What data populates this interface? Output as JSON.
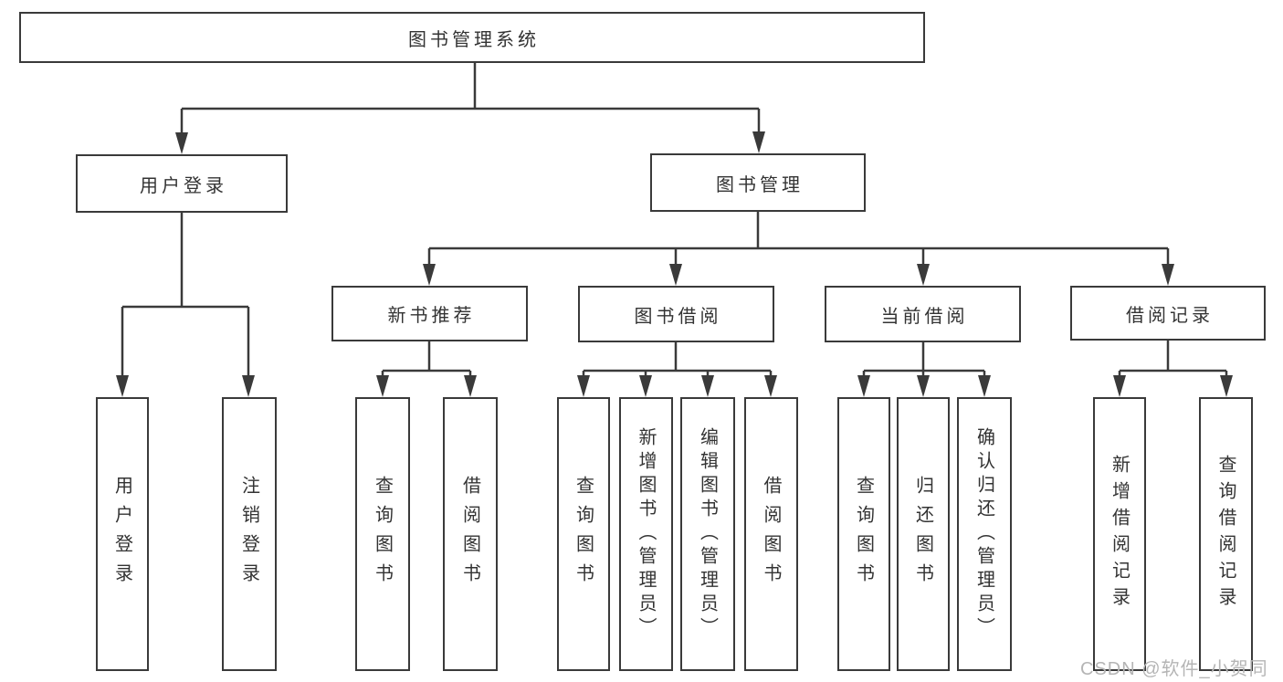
{
  "colors": {
    "line": "#3a3a3a",
    "box_bg": "#ffffff",
    "text": "#333333",
    "watermark": "#b5b5b5"
  },
  "diagram": {
    "root": {
      "label": "图书管理系统"
    },
    "groups": [
      {
        "label": "用户登录",
        "children": [
          {
            "label": "用户登录"
          },
          {
            "label": "注销登录"
          }
        ]
      },
      {
        "label": "图书管理",
        "sections": [
          {
            "label": "新书推荐",
            "children": [
              {
                "label": "查询图书"
              },
              {
                "label": "借阅图书"
              }
            ]
          },
          {
            "label": "图书借阅",
            "children": [
              {
                "label": "查询图书"
              },
              {
                "label": "新增图书（管理员）"
              },
              {
                "label": "编辑图书（管理员）"
              },
              {
                "label": "借阅图书"
              }
            ]
          },
          {
            "label": "当前借阅",
            "children": [
              {
                "label": "查询图书"
              },
              {
                "label": "归还图书"
              },
              {
                "label": "确认归还（管理员）"
              }
            ]
          },
          {
            "label": "借阅记录",
            "children": [
              {
                "label": "新增借阅记录"
              },
              {
                "label": "查询借阅记录"
              }
            ]
          }
        ]
      }
    ]
  },
  "watermark": {
    "text": "CSDN @软件_小贺同学"
  }
}
